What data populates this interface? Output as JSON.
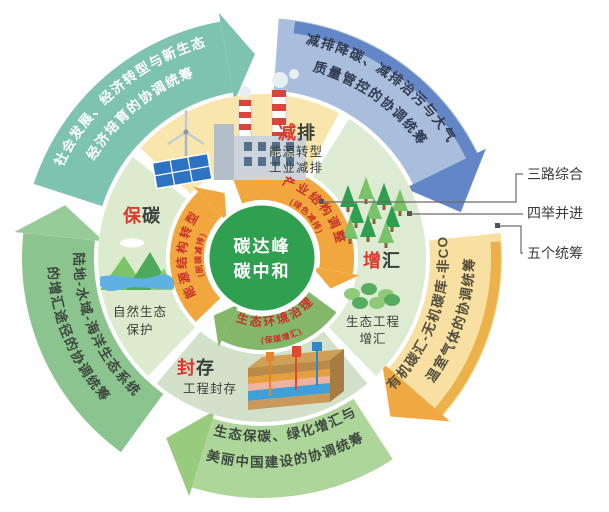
{
  "center_badge": {
    "line1": "碳达峰",
    "line2": "碳中和"
  },
  "inner_ring": {
    "energy": {
      "label": "能源结构转型",
      "note": "(脱碳减排)"
    },
    "industry": {
      "label": "产业结构调整",
      "note": "(绿色减排)"
    },
    "ecology": {
      "label": "生态环境治理",
      "note": "(保碳增汇)"
    }
  },
  "middle_ring": {
    "emission_reduction": {
      "keyword_red": "减",
      "keyword_rest": "排",
      "desc_line1": "能源转型",
      "desc_line2": "工业减排",
      "icon": "factory-wind-solar-icon"
    },
    "sink_increase": {
      "keyword_red": "增",
      "keyword_rest": "汇",
      "desc_line1": "生态工程",
      "desc_line2": "增汇",
      "icon": "forest-icon"
    },
    "sequestration": {
      "keyword_red": "封",
      "keyword_rest": "存",
      "desc_line1": "工程封存",
      "icon": "geological-storage-icon"
    },
    "carbon_preservation": {
      "keyword_red": "保",
      "keyword_rest": "碳",
      "desc_line1": "自然生态",
      "desc_line2": "保护",
      "icon": "nature-reserve-icon"
    }
  },
  "outer_ring": {
    "social_economy": {
      "line1": "社会发展、经济转型与新生态",
      "line2": "经济培育的协调统筹"
    },
    "air_quality": {
      "line1": "减排降碳、减排治污与大气",
      "line2": "质量管控的协调统筹"
    },
    "carbon_sink": {
      "line1": "有机碳汇-无机碳库-非CO₂",
      "line2": "温室气体的协调统筹"
    },
    "beautiful_china": {
      "line1": "生态保碳、绿化增汇与",
      "line2": "美丽中国建设的协调统筹"
    },
    "land_ocean": {
      "line1": "陆地-水域-海洋生态系统",
      "line2": "的增汇途径的协调统筹"
    }
  },
  "callouts": {
    "three_paths": "三路综合",
    "four_measures": "四举并进",
    "five_coordinations": "五个统筹"
  },
  "colors": {
    "accent_red": "#d93a2e",
    "center_green": "#2ea04f",
    "inner_orange": "#f1a73e",
    "inner_green": "#85b76b",
    "outer_teal": "#7ec3b0",
    "outer_blue": "#a9bedd",
    "outer_blue_dark": "#6286c6",
    "outer_orange_fill": "#f7e0a2",
    "outer_orange_rim": "#edb14c",
    "outer_green_light": "#aed69a",
    "outer_green": "#8cc48f",
    "middle_yellow": "#f9e6ac",
    "middle_mint": "#dcebd2"
  }
}
